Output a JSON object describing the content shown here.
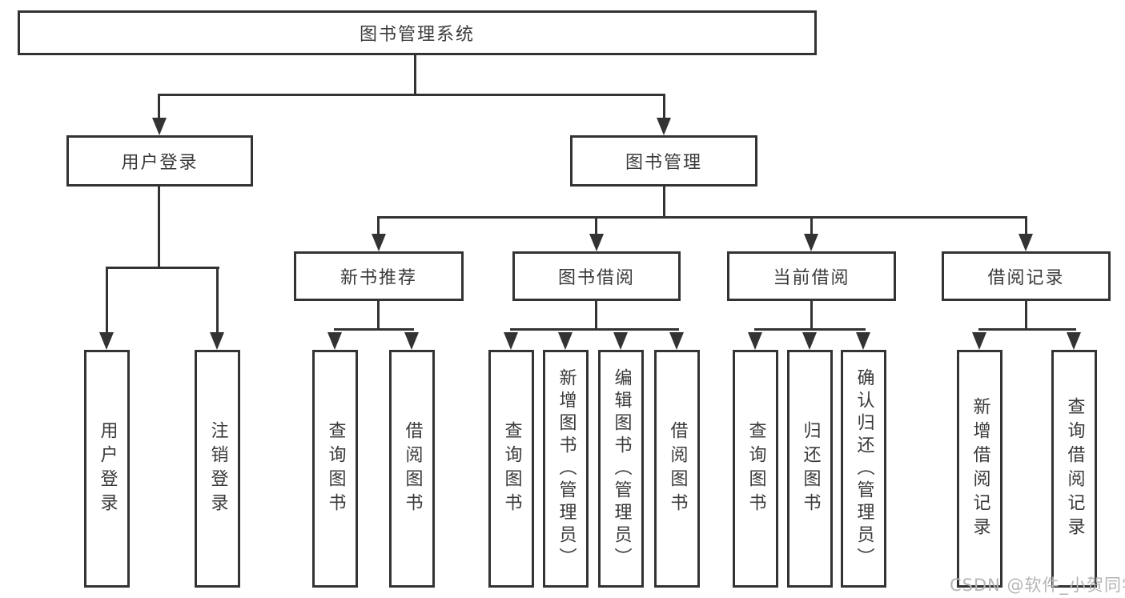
{
  "diagram": {
    "title": "图书管理系统",
    "colors": {
      "line": "#333333",
      "text": "#3a3a3a",
      "background": "#ffffff",
      "watermark": "#b4b4b4"
    },
    "nodes": {
      "root": {
        "label": "图书管理系统"
      },
      "level2": [
        {
          "label": "用户登录"
        },
        {
          "label": "图书管理"
        }
      ],
      "level3": [
        {
          "label": "新书推荐"
        },
        {
          "label": "图书借阅"
        },
        {
          "label": "当前借阅"
        },
        {
          "label": "借阅记录"
        }
      ],
      "leaves": {
        "user_login": [
          {
            "label": "用户登录"
          },
          {
            "label": "注销登录"
          }
        ],
        "new_book_recommend": [
          {
            "label": "查询图书"
          },
          {
            "label": "借阅图书"
          }
        ],
        "book_borrowing": [
          {
            "label": "查询图书"
          },
          {
            "label": "新增图书（管理员）"
          },
          {
            "label": "编辑图书（管理员）"
          },
          {
            "label": "借阅图书"
          }
        ],
        "current_borrowing": [
          {
            "label": "查询图书"
          },
          {
            "label": "归还图书"
          },
          {
            "label": "确认归还（管理员）"
          }
        ],
        "borrow_records": [
          {
            "label": "新增借阅记录"
          },
          {
            "label": "查询借阅记录"
          }
        ]
      }
    },
    "watermark": "CSDN @软件_小贺同学"
  }
}
